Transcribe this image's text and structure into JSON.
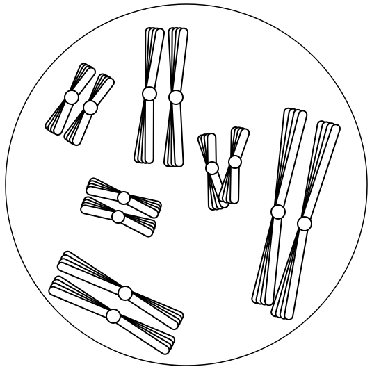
{
  "diagram": {
    "kind": "karyotype-cell",
    "colors": {
      "outline": "#000000",
      "fill": "#ffffff"
    },
    "chromosome_groups": [
      {
        "id": "small-top-left",
        "homolog_pairs": 2
      },
      {
        "id": "long-top-middle",
        "homolog_pairs": 2
      },
      {
        "id": "small-middle-right",
        "homolog_pairs": 2
      },
      {
        "id": "horizontal-center-left",
        "homolog_pairs": 2
      },
      {
        "id": "long-right",
        "homolog_pairs": 2
      },
      {
        "id": "long-bottom-left",
        "homolog_pairs": 2
      }
    ]
  }
}
